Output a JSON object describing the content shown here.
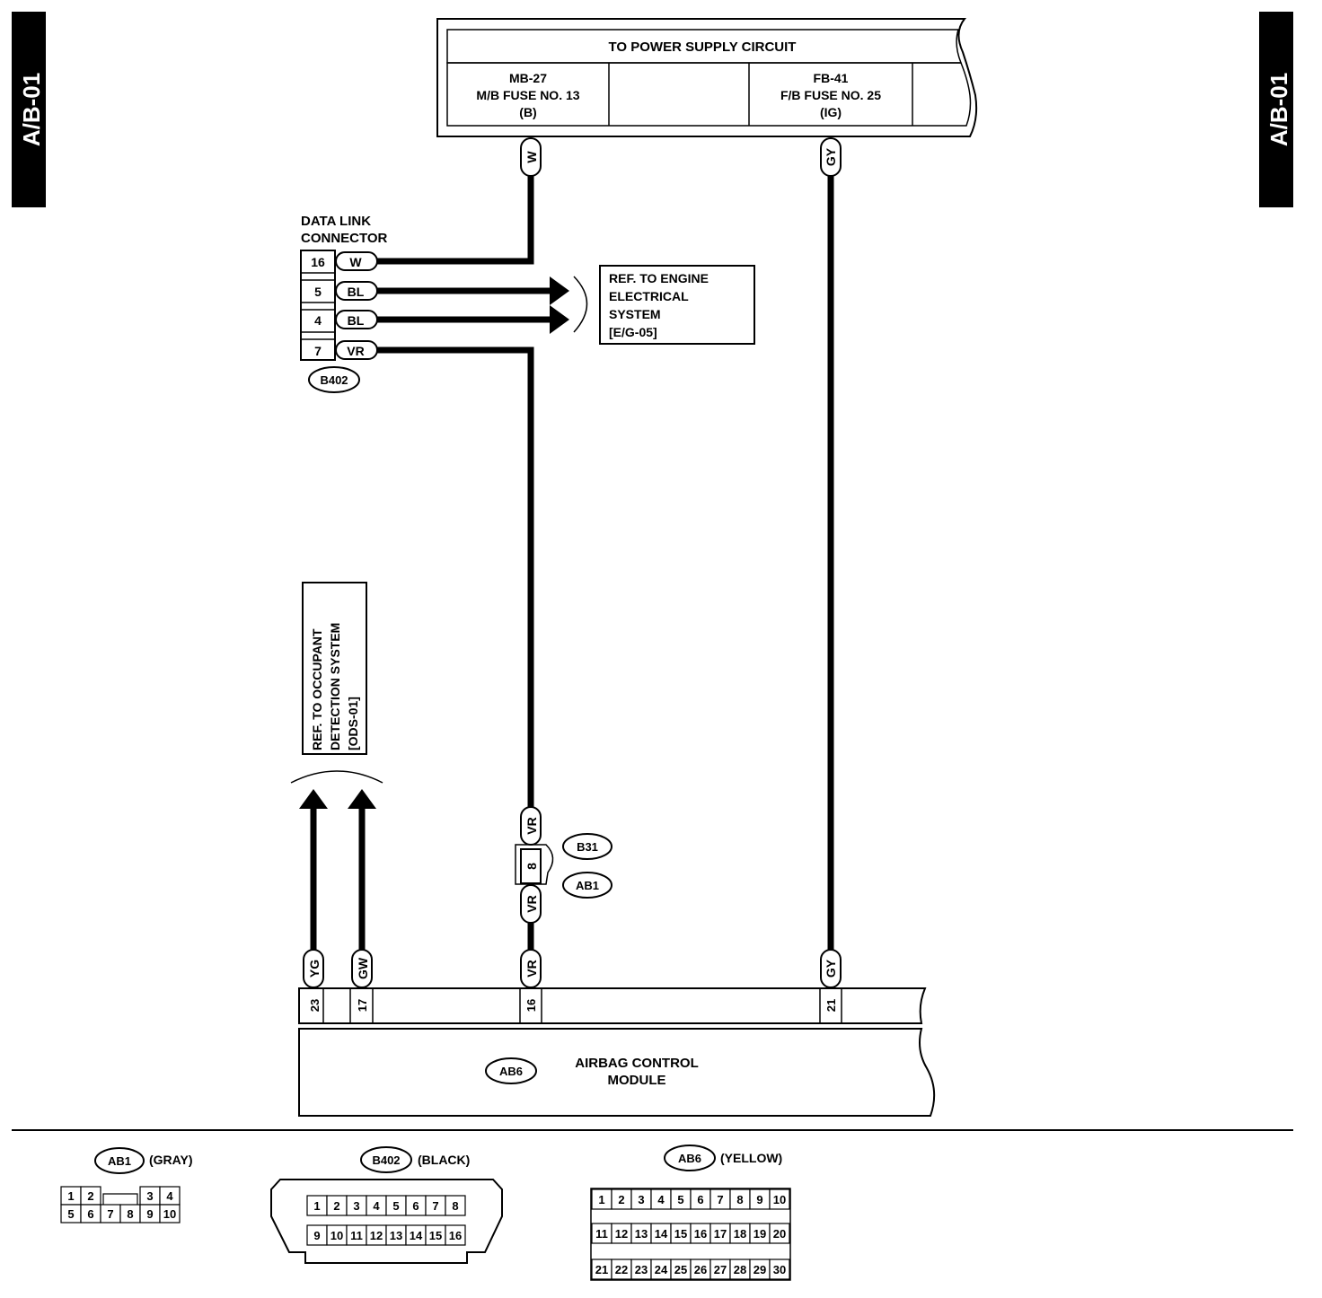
{
  "page_tab": {
    "left": "A/B-01",
    "right": "A/B-01"
  },
  "power_supply": {
    "title": "TO POWER SUPPLY CIRCUIT",
    "left_fuse": {
      "line1": "MB-27",
      "line2": "M/B FUSE NO. 13",
      "line3": "(B)"
    },
    "right_fuse": {
      "line1": "FB-41",
      "line2": "F/B FUSE NO. 25",
      "line3": "(IG)"
    }
  },
  "wire_labels": {
    "power_w": "W",
    "power_gy": "GY",
    "b31_vr": "VR",
    "ab1_vr": "VR",
    "ab6_vr": "VR",
    "ab6_yg": "YG",
    "ab6_gw": "GW",
    "ab6_gy": "GY"
  },
  "data_link": {
    "title_line1": "DATA LINK",
    "title_line2": "CONNECTOR",
    "connector": "B402",
    "pins": [
      {
        "pin": "16",
        "color": "W"
      },
      {
        "pin": "5",
        "color": "BL"
      },
      {
        "pin": "4",
        "color": "BL"
      },
      {
        "pin": "7",
        "color": "VR"
      }
    ]
  },
  "engine_ref": {
    "line1": "REF. TO ENGINE",
    "line2": "ELECTRICAL",
    "line3": "SYSTEM",
    "line4": "[E/G-05]"
  },
  "occupant_ref": {
    "line1": "REF. TO OCCUPANT",
    "line2": "DETECTION SYSTEM",
    "line3": "[ODS-01]"
  },
  "joint": {
    "top_connector": "B31",
    "bottom_connector": "AB1",
    "pin": "8"
  },
  "module": {
    "connector": "AB6",
    "name_line1": "AIRBAG CONTROL",
    "name_line2": "MODULE",
    "pins": [
      "23",
      "17",
      "16",
      "21"
    ]
  },
  "connector_views": {
    "ab1": {
      "id": "AB1",
      "color": "(GRAY)",
      "top_row": [
        "1",
        "2",
        "3",
        "4"
      ],
      "bottom_row": [
        "5",
        "6",
        "7",
        "8",
        "9",
        "10"
      ]
    },
    "b402": {
      "id": "B402",
      "color": "(BLACK)",
      "top_row": [
        "1",
        "2",
        "3",
        "4",
        "5",
        "6",
        "7",
        "8"
      ],
      "bottom_row": [
        "9",
        "10",
        "11",
        "12",
        "13",
        "14",
        "15",
        "16"
      ]
    },
    "ab6": {
      "id": "AB6",
      "color": "(YELLOW)",
      "row1": [
        "1",
        "2",
        "3",
        "4",
        "5",
        "6",
        "7",
        "8",
        "9",
        "10"
      ],
      "row2": [
        "11",
        "12",
        "13",
        "14",
        "15",
        "16",
        "17",
        "18",
        "19",
        "20"
      ],
      "row3": [
        "21",
        "22",
        "23",
        "24",
        "25",
        "26",
        "27",
        "28",
        "29",
        "30"
      ]
    }
  }
}
